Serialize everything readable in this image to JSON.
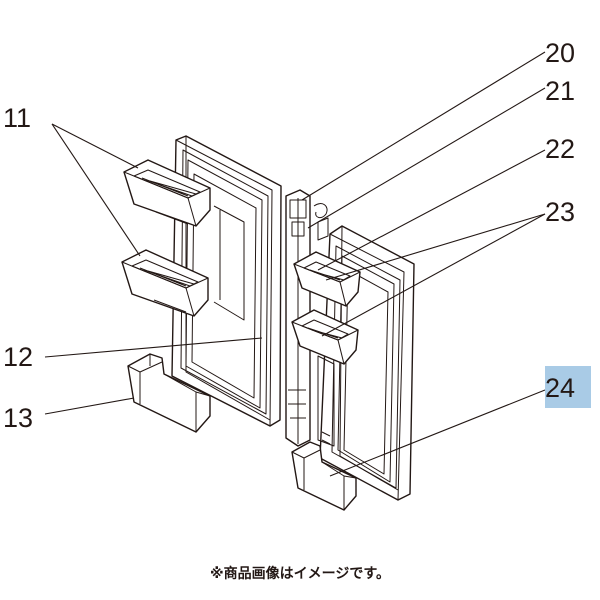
{
  "callouts": [
    {
      "id": "11",
      "label": "11",
      "highlighted": false
    },
    {
      "id": "12",
      "label": "12",
      "highlighted": false
    },
    {
      "id": "13",
      "label": "13",
      "highlighted": false
    },
    {
      "id": "20",
      "label": "20",
      "highlighted": false
    },
    {
      "id": "21",
      "label": "21",
      "highlighted": false
    },
    {
      "id": "22",
      "label": "22",
      "highlighted": false
    },
    {
      "id": "23",
      "label": "23",
      "highlighted": false
    },
    {
      "id": "24",
      "label": "24",
      "highlighted": true
    }
  ],
  "highlight_color": "#a9cbe6",
  "line_color": "#231815",
  "caption": "※商品画像はイメージです。"
}
